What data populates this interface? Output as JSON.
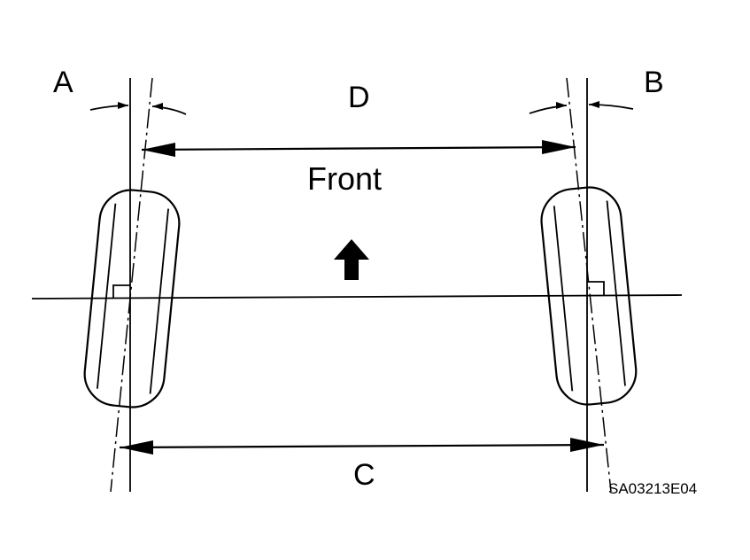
{
  "labels": {
    "angle_left": "A",
    "angle_right": "B",
    "front_distance": "D",
    "direction": "Front",
    "rear_distance": "C",
    "figure_code": "SA03213E04"
  }
}
